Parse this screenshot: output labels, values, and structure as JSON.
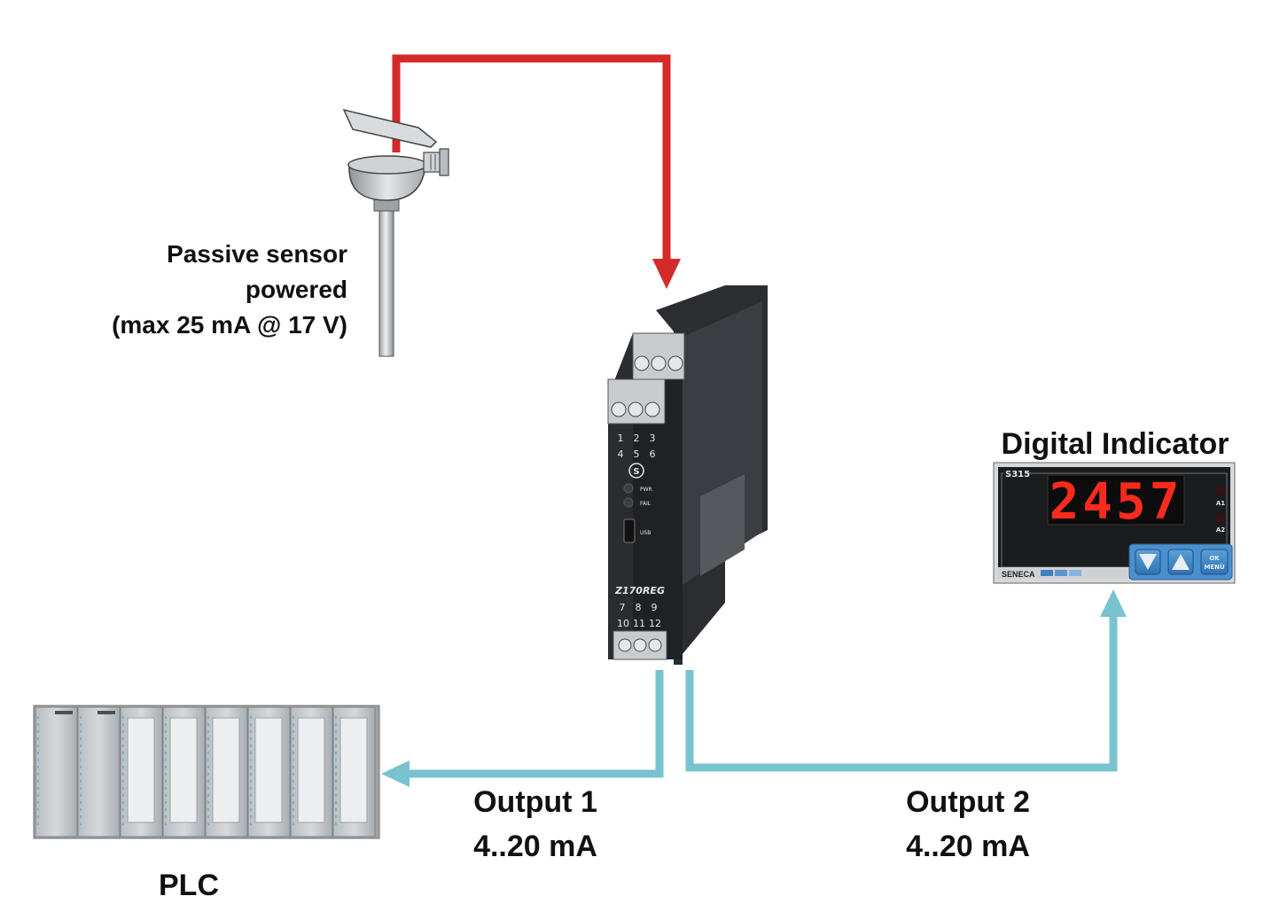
{
  "labels": {
    "sensor_line1": "Passive sensor",
    "sensor_line2": "powered",
    "sensor_line3": "(max 25 mA @ 17 V)",
    "indicator_title": "Digital Indicator",
    "plc": "PLC",
    "output1_line1": "Output 1",
    "output1_line2": "4..20 mA",
    "output2_line1": "Output 2",
    "output2_line2": "4..20 mA"
  },
  "module": {
    "model": "Z170REG",
    "terminals_top_row1": [
      "1",
      "2",
      "3"
    ],
    "terminals_top_row2": [
      "4",
      "5",
      "6"
    ],
    "terminals_bottom_row1": [
      "7",
      "8",
      "9"
    ],
    "terminals_bottom_row2": [
      "10",
      "11",
      "12"
    ],
    "pwr_label": "PWR",
    "fail_label": "FAIL",
    "usb_label": "USB",
    "logo_letter": "S"
  },
  "indicator": {
    "model": "S315",
    "display_value": "2457",
    "alarm1_label": "A1",
    "alarm2_label": "A2",
    "brand": "SENECA",
    "ok_label": "OK",
    "menu_label": "MENÙ"
  },
  "colors": {
    "input_wire": "#d42a2a",
    "output_wire": "#79c3d1"
  }
}
